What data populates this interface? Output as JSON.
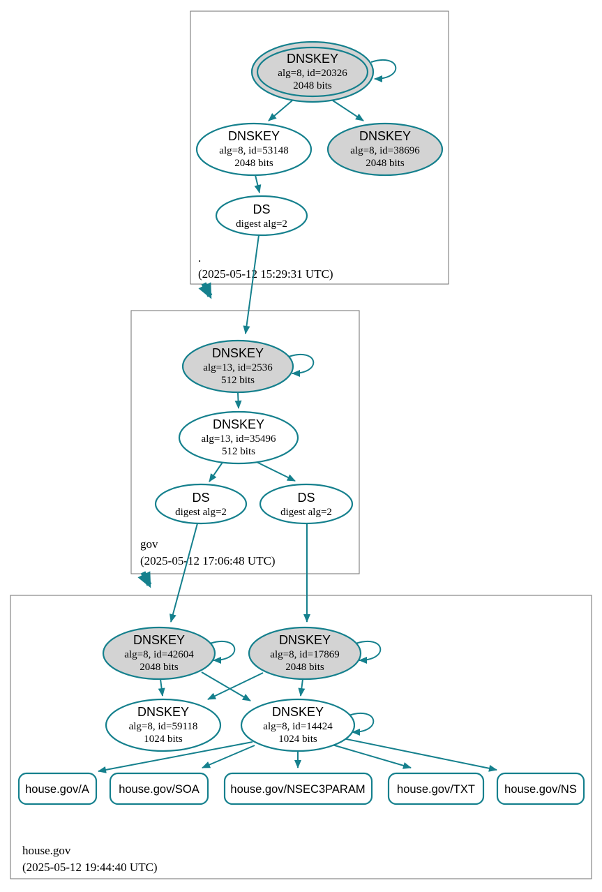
{
  "colors": {
    "edge_teal": "#15808d",
    "secure_key_fill": "#d3d3d3",
    "plain_key_fill": "#ffffff",
    "zone_box_border": "#6f6f6f",
    "text": "#000000"
  },
  "zones": [
    {
      "label": ".",
      "timestamp": "(2025-05-12 15:29:31 UTC)",
      "ksk": {
        "title": "DNSKEY",
        "line1": "alg=8, id=20326",
        "line2": "2048 bits"
      },
      "zsk": {
        "title": "DNSKEY",
        "line1": "alg=8, id=53148",
        "line2": "2048 bits"
      },
      "key2": {
        "title": "DNSKEY",
        "line1": "alg=8, id=38696",
        "line2": "2048 bits"
      },
      "ds": {
        "title": "DS",
        "line1": "digest alg=2"
      }
    },
    {
      "label": "gov",
      "timestamp": "(2025-05-12 17:06:48 UTC)",
      "ksk": {
        "title": "DNSKEY",
        "line1": "alg=13, id=2536",
        "line2": "512 bits"
      },
      "zsk": {
        "title": "DNSKEY",
        "line1": "alg=13, id=35496",
        "line2": "512 bits"
      },
      "ds1": {
        "title": "DS",
        "line1": "digest alg=2"
      },
      "ds2": {
        "title": "DS",
        "line1": "digest alg=2"
      }
    },
    {
      "label": "house.gov",
      "timestamp": "(2025-05-12 19:44:40 UTC)",
      "ksk1": {
        "title": "DNSKEY",
        "line1": "alg=8, id=42604",
        "line2": "2048 bits"
      },
      "ksk2": {
        "title": "DNSKEY",
        "line1": "alg=8, id=17869",
        "line2": "2048 bits"
      },
      "zsk1": {
        "title": "DNSKEY",
        "line1": "alg=8, id=59118",
        "line2": "1024 bits"
      },
      "zsk2": {
        "title": "DNSKEY",
        "line1": "alg=8, id=14424",
        "line2": "1024 bits"
      },
      "rrsets": [
        "house.gov/A",
        "house.gov/SOA",
        "house.gov/NSEC3PARAM",
        "house.gov/TXT",
        "house.gov/NS"
      ]
    }
  ]
}
